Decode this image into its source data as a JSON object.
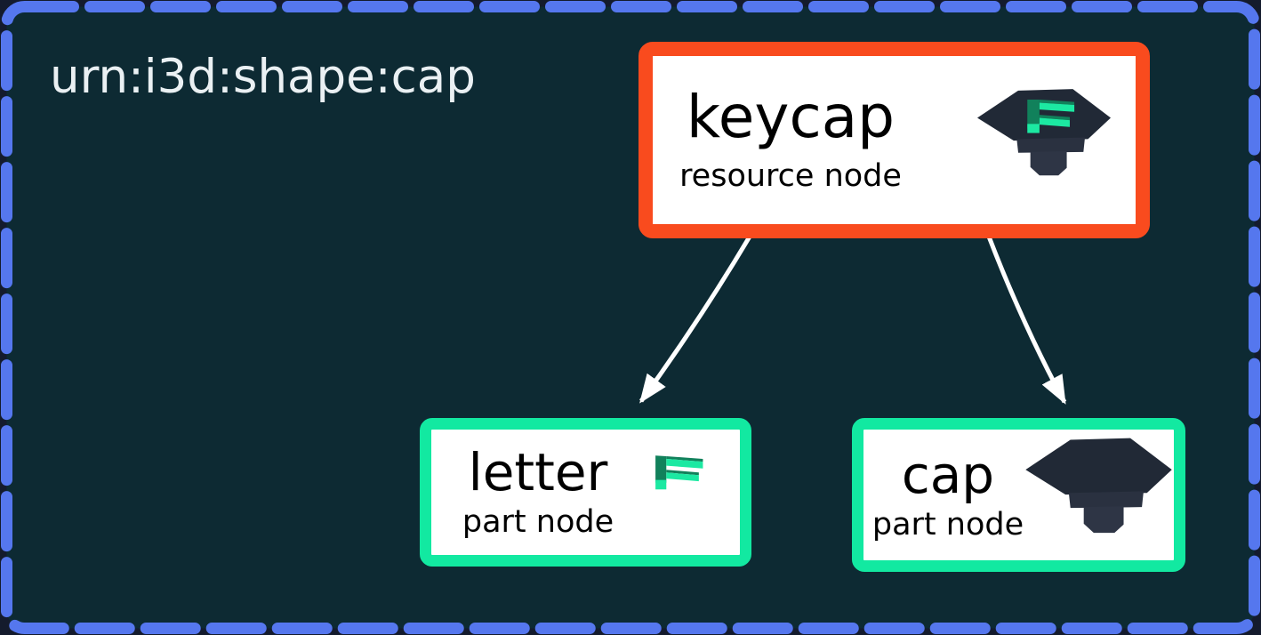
{
  "diagram": {
    "title": "urn:i3d:shape:cap",
    "nodes": [
      {
        "id": "keycap",
        "label": "keycap",
        "type_label": "resource node",
        "accent_color": "#f94b1e",
        "icon": "keycap-3d-icon"
      },
      {
        "id": "letter",
        "label": "letter",
        "type_label": "part node",
        "accent_color": "#12e9a1",
        "icon": "letter-f-3d-icon"
      },
      {
        "id": "cap",
        "label": "cap",
        "type_label": "part node",
        "accent_color": "#12e9a1",
        "icon": "cap-3d-icon"
      }
    ],
    "edges": [
      {
        "from": "keycap",
        "to": "letter"
      },
      {
        "from": "keycap",
        "to": "cap"
      }
    ],
    "colors": {
      "canvas_background": "#0d2a33",
      "outer_background": "#141b2d",
      "frame_dash_blue": "#5577ee",
      "resource_accent": "#f94b1e",
      "part_accent": "#12e9a1",
      "node_background": "#ffffff",
      "node_text": "#000000",
      "title_text": "#eaf0f3",
      "arrow": "#ffffff",
      "icon_dark": "#212936",
      "icon_dark_rim": "#2a3140",
      "icon_dark_stem": "#2e3545",
      "icon_green": "#1ce9a2",
      "icon_green_dark": "#11815b"
    }
  }
}
